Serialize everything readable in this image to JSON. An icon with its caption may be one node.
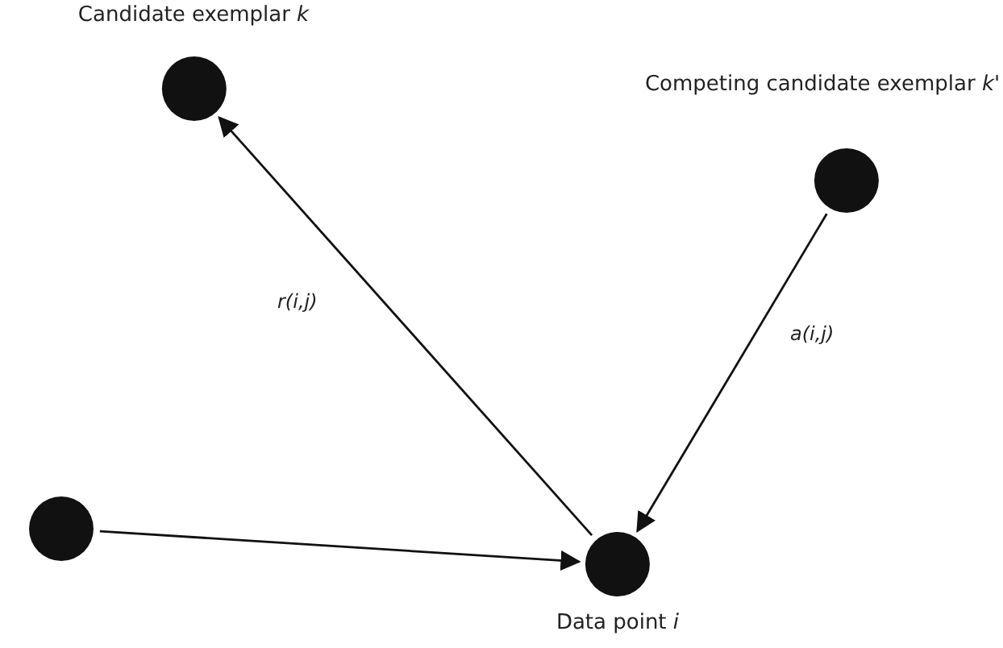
{
  "diagram": {
    "nodes": [
      {
        "text": [
          "Candidate exemplar *k*"
        ]
      },
      {
        "text": [
          "Competing candidate exemplar *k'*"
        ]
      },
      {
        "text": [],
        "shape": "circle"
      },
      {
        "text": [
          "Data point *i*"
        ]
      }
    ],
    "edges": [
      {
        "from": 3,
        "to": 0,
        "arrow": "to",
        "label": "r(i,j)"
      },
      {
        "from": 1,
        "to": 3,
        "arrow": "to",
        "label": "a(i,j)"
      },
      {
        "from": 2,
        "to": 3,
        "arrow": "to"
      }
    ]
  }
}
